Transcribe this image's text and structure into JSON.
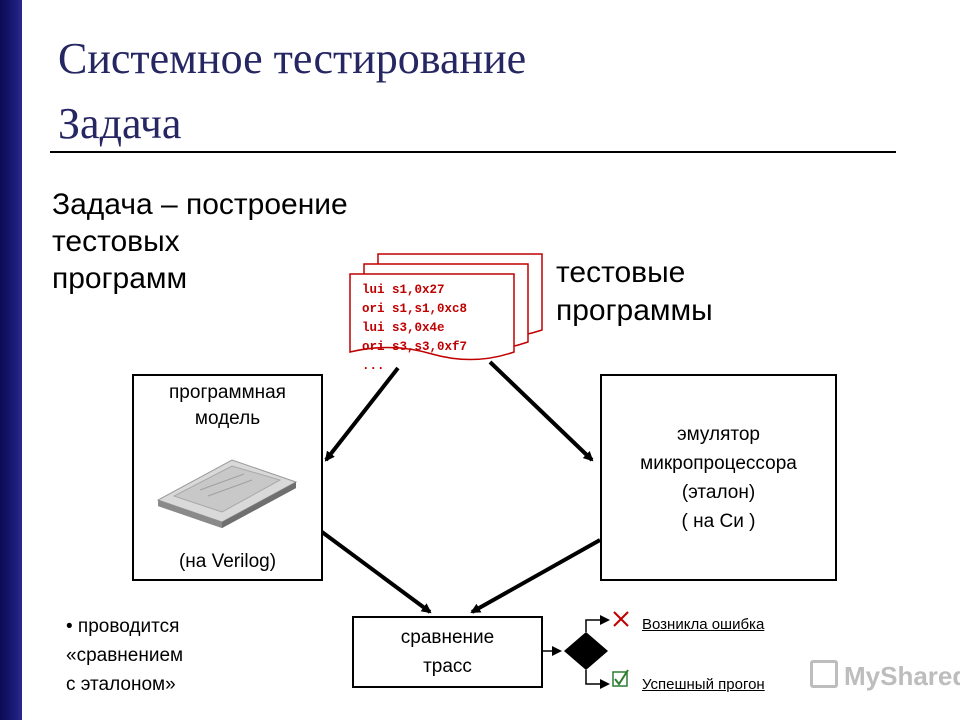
{
  "title": {
    "line1": "Системное тестирование",
    "line2": "Задача"
  },
  "task": {
    "line1": "Задача – построение",
    "line2": "тестовых",
    "line3": "программ"
  },
  "test_programs": {
    "label_line1": "тестовые",
    "label_line2": "программы",
    "code_lines": [
      "lui s1,0x27",
      "ori s1,s1,0xc8",
      "lui s3,0x4e",
      "ori s3,s3,0xf7",
      "..."
    ]
  },
  "model": {
    "line1": "программная",
    "line2": "модель",
    "lang": "(на Verilog)"
  },
  "emulator": {
    "line1": "эмулятор",
    "line2": "микропроцессора",
    "line3": "(эталон)",
    "line4": "( на Си )"
  },
  "compare": {
    "line1": "сравнение",
    "line2": "трасс"
  },
  "note": {
    "line1": "• проводится",
    "line2": "«сравнением",
    "line3": "с эталоном»"
  },
  "results": {
    "error": "Возникла ошибка",
    "success": "Успешный прогон",
    "error_icon": "cross-icon",
    "success_icon": "checkbox-check-icon"
  },
  "watermark": "MyShared",
  "colors": {
    "title": "#262663",
    "code": "#c00000",
    "sidebar": "#1c1c7a",
    "error_icon": "#c00000",
    "success_icon": "#2e7d32"
  }
}
